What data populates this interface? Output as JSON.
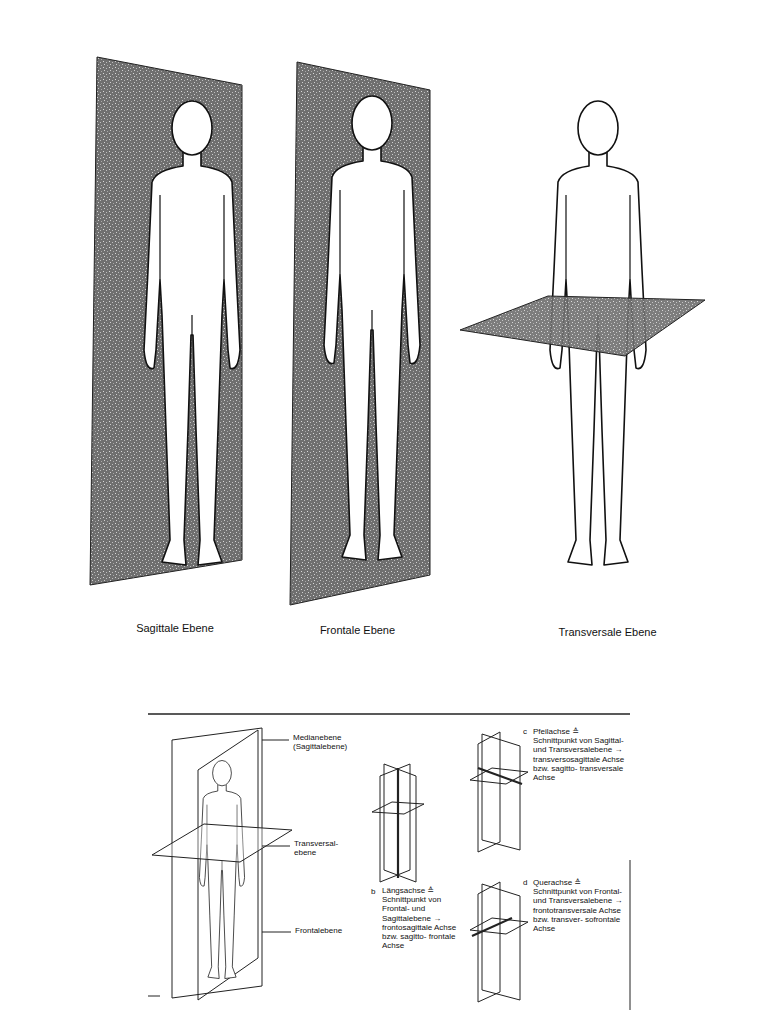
{
  "diagram": {
    "labels": [
      "Sagittale Ebene",
      "Frontale Ebene",
      "Transversale Ebene",
      "Medianebene (Sagittalebene)",
      "Transversal- ebene",
      "Frontalebene",
      "b",
      "Längsachse ≙ Schnittpunkt von Frontal- und Sagittalebene → frontosagittale Achse bzw. sagitto- frontale Achse",
      "c",
      "Pfeilachse ≙ Schnittpunkt von Sagittal- und Transversalebene → transversosagittale Achse bzw. sagitto- transversale Achse",
      "d",
      "Querachse ≙ Schnittpunkt von Frontal- und Transversalebene → frontotransversale Achse bzw. transver- sofrontale Achse"
    ]
  }
}
